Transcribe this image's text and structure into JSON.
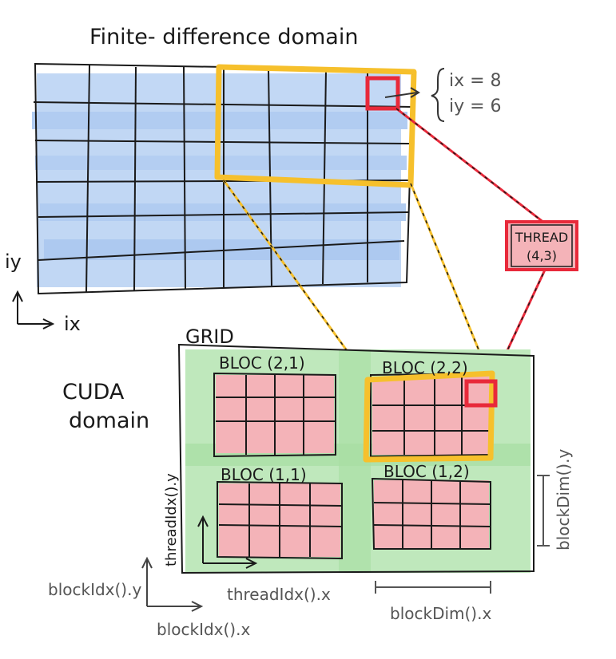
{
  "title": "Finite- difference domain",
  "fd_domain": {
    "highlight_ix": "ix = 8",
    "highlight_iy": "iy = 6",
    "axis_y_label": "iy",
    "axis_x_label": "ix"
  },
  "thread_label": {
    "line1": "THREAD",
    "line2": "(4,3)"
  },
  "cuda": {
    "domain_label_line1": "CUDA",
    "domain_label_line2": "domain",
    "grid_label": "GRID",
    "blocks": [
      {
        "id": "b21",
        "label": "BLOC (2,1)"
      },
      {
        "id": "b22",
        "label": "BLOC (2,2)"
      },
      {
        "id": "b11",
        "label": "BLOC (1,1)"
      },
      {
        "id": "b12",
        "label": "BLOC (1,2)"
      }
    ],
    "threadIdx_y": "threadIdx().y",
    "threadIdx_x": "threadIdx().x",
    "blockIdx_y": "blockIdx().y",
    "blockIdx_x": "blockIdx().x",
    "blockDim_x": "blockDim().x",
    "blockDim_y": "blockDim().y"
  },
  "colors": {
    "fd_fill": "#b7d1f3",
    "block_fill": "#f4b3b8",
    "grid_fill": "#bfe8bc",
    "highlight_yellow": "#f6c02c",
    "highlight_red": "#e8293a",
    "ink": "#1a1a1a"
  }
}
